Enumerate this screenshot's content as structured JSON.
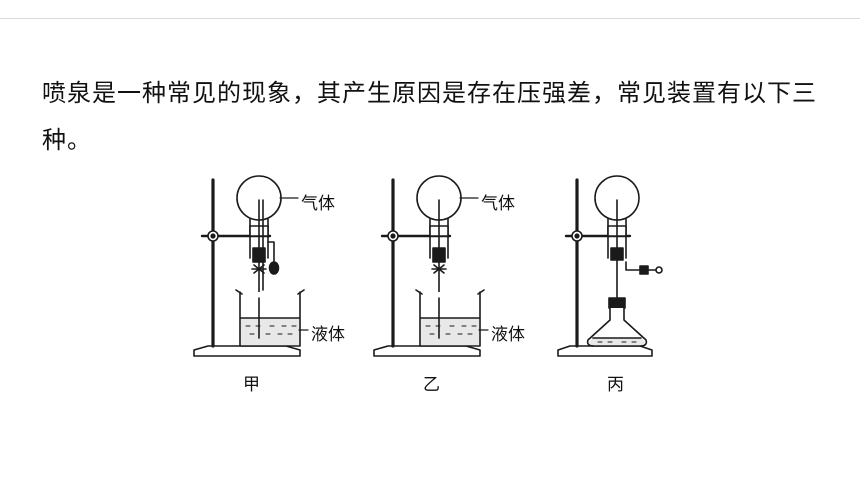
{
  "text": {
    "intro": "喷泉是一种常见的现象，其产生原因是存在压强差，常见装置有以下三种。"
  },
  "figure": {
    "apparatus": [
      {
        "gas_label": "气体",
        "liquid_label": "液体",
        "caption": "甲"
      },
      {
        "gas_label": "气体",
        "liquid_label": "液体",
        "caption": "乙"
      },
      {
        "gas_label": "",
        "liquid_label": "",
        "caption": "丙"
      }
    ]
  },
  "colors": {
    "line": "#1a1a1a",
    "liquid": "#e8e8e8"
  }
}
